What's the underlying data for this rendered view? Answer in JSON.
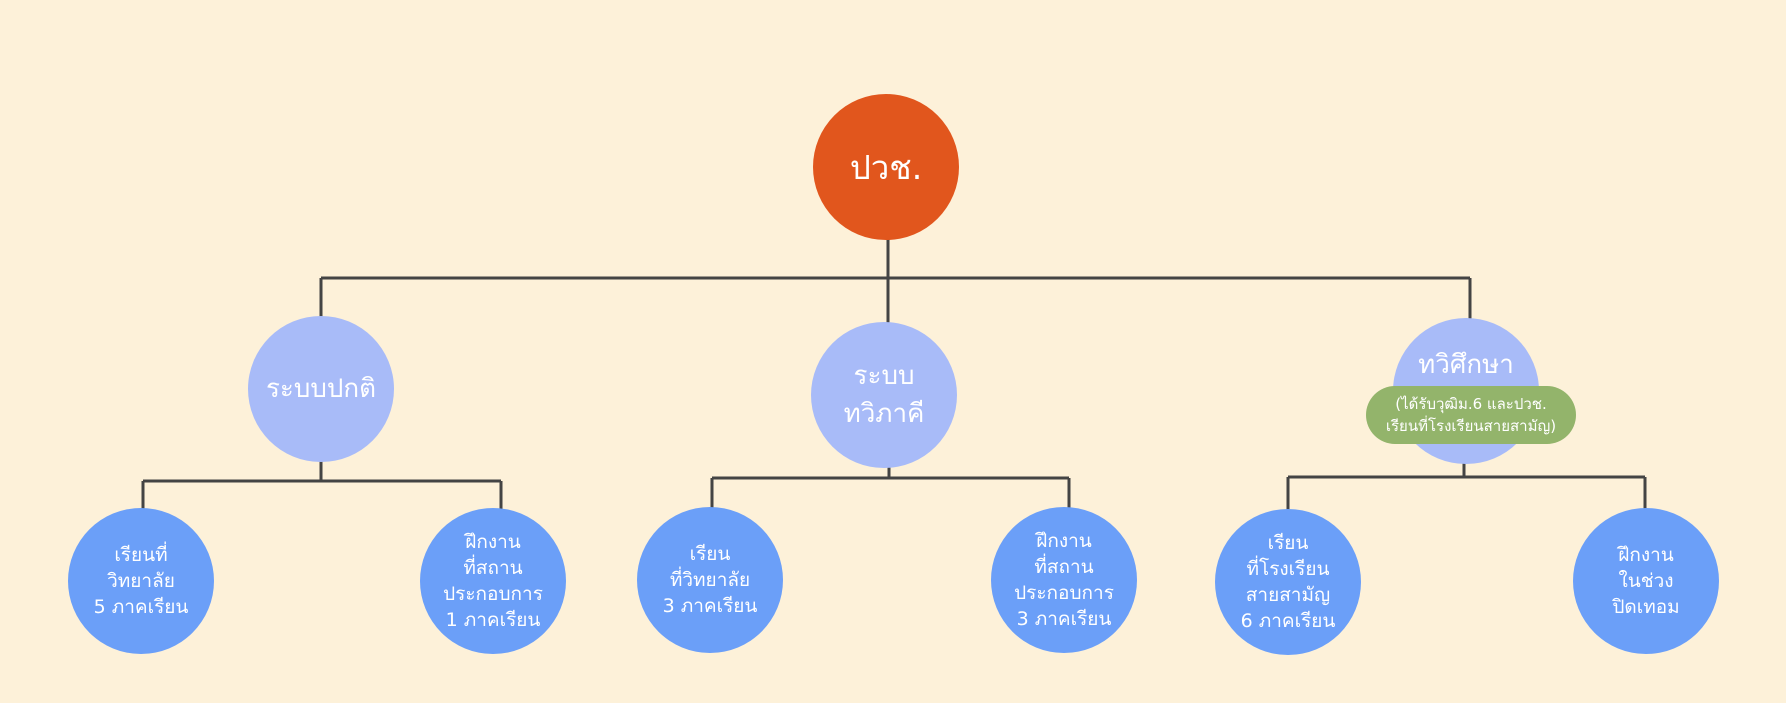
{
  "diagram": {
    "colors": {
      "background": "#fdf1d9",
      "root_fill": "#e1561d",
      "mid_fill": "#a8bbf8",
      "leaf_fill": "#6b9ff8",
      "note_fill": "#93b46b",
      "connector": "#444444"
    },
    "root": {
      "label": "ปวช."
    },
    "branches": [
      {
        "label_lines": [
          "ระบบปกติ"
        ],
        "children": [
          {
            "lines": [
              "เรียนที่",
              "วิทยาลัย",
              "5 ภาคเรียน"
            ]
          },
          {
            "lines": [
              "ฝึกงาน",
              "ที่สถาน",
              "ประกอบการ",
              "1 ภาคเรียน"
            ]
          }
        ]
      },
      {
        "label_lines": [
          "ระบบ",
          "ทวิภาคี"
        ],
        "children": [
          {
            "lines": [
              "เรียน",
              "ที่วิทยาลัย",
              "3 ภาคเรียน"
            ]
          },
          {
            "lines": [
              "ฝึกงาน",
              "ที่สถาน",
              "ประกอบการ",
              "3 ภาคเรียน"
            ]
          }
        ]
      },
      {
        "label_lines": [
          "ทวิศึกษา"
        ],
        "note_lines": [
          "(ได้รับวุฒิม.6 และปวช.",
          "เรียนที่โรงเรียนสายสามัญ)"
        ],
        "children": [
          {
            "lines": [
              "เรียน",
              "ที่โรงเรียน",
              "สายสามัญ",
              "6 ภาคเรียน"
            ]
          },
          {
            "lines": [
              "ฝึกงาน",
              "ในช่วง",
              "ปิดเทอม"
            ]
          }
        ]
      }
    ]
  }
}
